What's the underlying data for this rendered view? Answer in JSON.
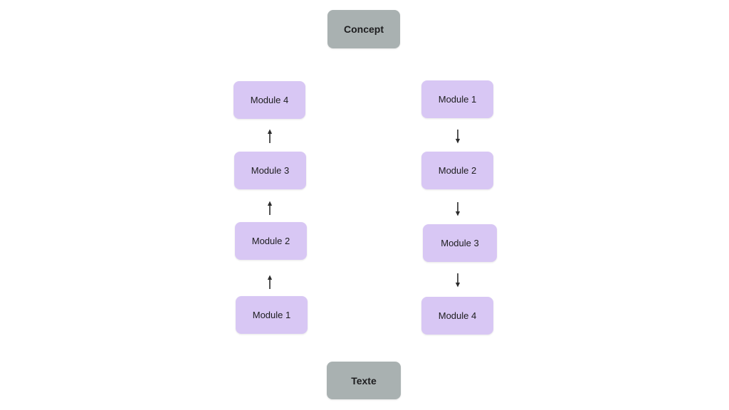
{
  "diagram": {
    "top_node": {
      "label": "Concept",
      "fill": "#a9b1b1"
    },
    "bottom_node": {
      "label": "Texte",
      "fill": "#a9b1b1"
    },
    "left_column": {
      "flow_direction": "up",
      "arrow_icon": "up-arrow-icon",
      "arrow_glyph": "↑",
      "node_fill": "#d8c7f4",
      "nodes": [
        {
          "label": "Module 4"
        },
        {
          "label": "Module 3"
        },
        {
          "label": "Module 2"
        },
        {
          "label": "Module 1"
        }
      ]
    },
    "right_column": {
      "flow_direction": "down",
      "arrow_icon": "down-arrow-icon",
      "arrow_glyph": "↓",
      "node_fill": "#d8c7f4",
      "nodes": [
        {
          "label": "Module 1"
        },
        {
          "label": "Module 2"
        },
        {
          "label": "Module 3"
        },
        {
          "label": "Module 4"
        }
      ]
    },
    "colors": {
      "background": "#ffffff",
      "gray_node": "#a9b1b1",
      "purple_node": "#d8c7f4",
      "text": "#1d1d1f",
      "arrow": "#2b2b2b"
    }
  }
}
